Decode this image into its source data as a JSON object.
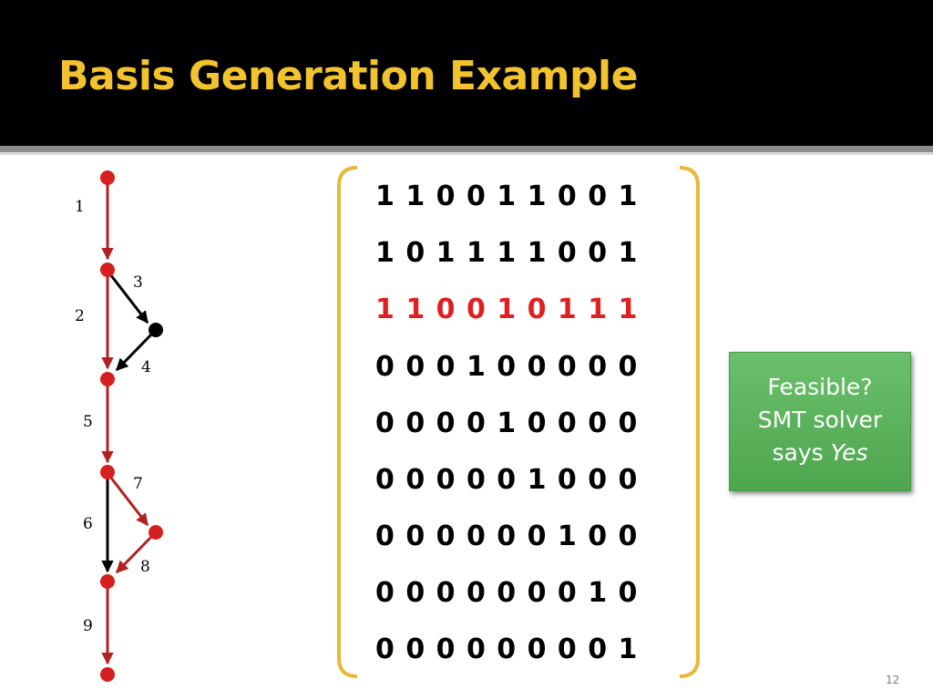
{
  "title": "Basis Generation Example",
  "colors": {
    "title": "#f2c32d",
    "path_red": "#b22222",
    "node_red": "#d61f1f",
    "highlight_row": "#e02020",
    "bracket": "#e8b83a",
    "callout_green": "#5cb25c"
  },
  "graph": {
    "edge_labels": [
      "1",
      "2",
      "3",
      "4",
      "5",
      "6",
      "7",
      "8",
      "9"
    ]
  },
  "matrix": {
    "rows": [
      "1 1 0 0 1 1 0 0 1",
      "1 0 1 1 1 1 0 0 1",
      "1 1 0 0 1 0 1 1 1",
      "0 0 0 1 0 0 0 0 0",
      "0 0 0 0 1 0 0 0 0",
      "0 0 0 0 0 1 0 0 0",
      "0 0 0 0 0 0 1 0 0",
      "0 0 0 0 0 0 0 1 0",
      "0 0 0 0 0 0 0 0 1"
    ],
    "highlighted_row_index": 2
  },
  "callout": {
    "line1": "Feasible?",
    "line2": "SMT solver",
    "line3_prefix": "says ",
    "line3_emphasis": "Yes"
  },
  "page_number": "12"
}
